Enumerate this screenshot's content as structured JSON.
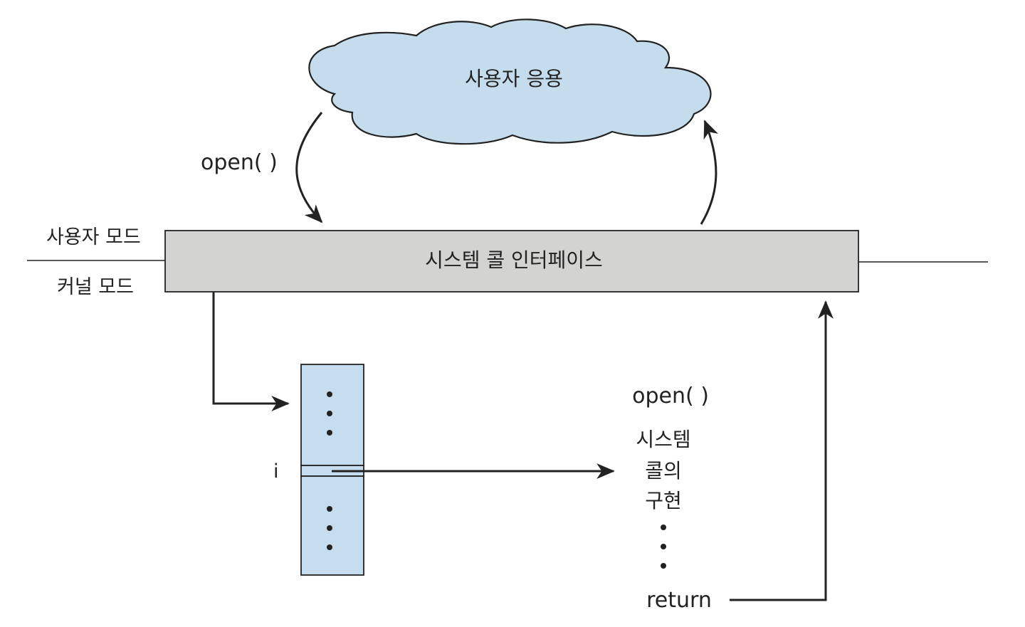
{
  "user_application": {
    "label": "사용자 응용"
  },
  "open_call_label": "open( )",
  "modes": {
    "user_mode": "사용자 모드",
    "kernel_mode": "커널 모드"
  },
  "syscall_interface": {
    "label": "시스템 콜 인터페이스"
  },
  "syscall_table": {
    "index_label": "i"
  },
  "implementation": {
    "title": "open( )",
    "lines": [
      "시스템",
      "콜의",
      "구현"
    ],
    "return_label": "return"
  },
  "colors": {
    "cloud_fill": "#c5dcec",
    "table_fill": "#c6dcef",
    "interface_fill": "#d3d3d1",
    "ink": "#222222"
  }
}
